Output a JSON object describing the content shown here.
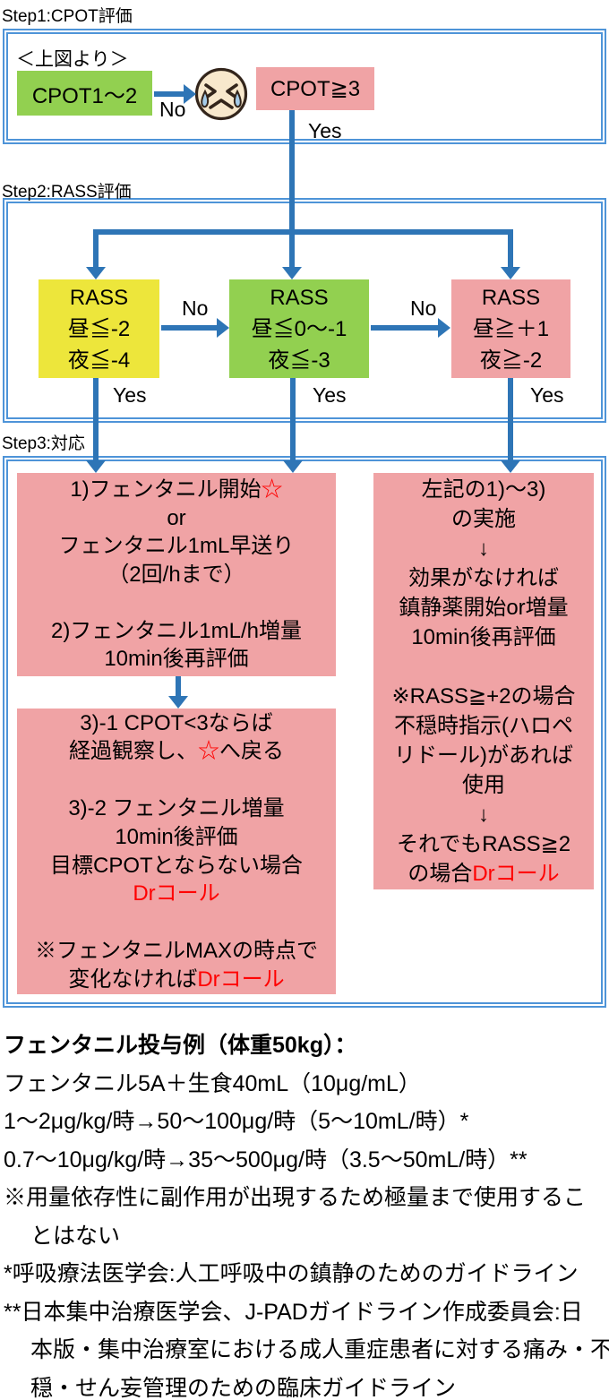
{
  "colors": {
    "panel_border": "#4E94D8",
    "connector_blue": "#2E75B6",
    "box_green": "#92D050",
    "box_yellow": "#EDE63B",
    "box_pink": "#F0A3A5",
    "alert_red": "#FF0000",
    "emoji_face": "#F8E8CC",
    "emoji_tear": "#A5CBE8"
  },
  "step1": {
    "title": "Step1:CPOT評価",
    "note": "＜上図より＞",
    "cpot_low": "CPOT1〜2",
    "cpot_high": "CPOT≧3",
    "no": "No",
    "yes": "Yes",
    "emoji": "crying-face"
  },
  "step2": {
    "title": "Step2:RASS評価",
    "no_left": "No",
    "no_right": "No",
    "yes_left": "Yes",
    "yes_mid": "Yes",
    "yes_right": "Yes",
    "box_left": {
      "l1": "RASS",
      "l2": "昼≦-2",
      "l3": "夜≦-4"
    },
    "box_mid": {
      "l1": "RASS",
      "l2": "昼≦0〜-1",
      "l3": "夜≦-3"
    },
    "box_right": {
      "l1": "RASS",
      "l2": "昼≧＋1",
      "l3": "夜≧-2"
    }
  },
  "step3": {
    "title": "Step3:対応",
    "box1": {
      "lines": [
        {
          "pre": "1)フェンタニル開始",
          "star": "☆"
        },
        "or",
        "フェンタニル1mL早送り",
        "（2回/hまで）",
        "",
        "2)フェンタニル1mL/h増量",
        "10min後再評価"
      ]
    },
    "box2": {
      "lines": [
        "3)-1 CPOT<3ならば",
        {
          "pre": "経過観察し、",
          "star": "☆",
          "post": "へ戻る"
        },
        "",
        "3)-2 フェンタニル増量",
        "10min後評価",
        "目標CPOTとならない場合",
        {
          "red": "Drコール"
        },
        "",
        "※フェンタニルMAXの時点で",
        {
          "pre": "変化なければ",
          "red": "Drコール"
        }
      ]
    },
    "box3": {
      "lines": [
        "左記の1)〜3)",
        "の実施",
        "↓",
        "効果がなければ",
        "鎮静薬開始or増量",
        "10min後再評価",
        "",
        "※RASS≧+2の場合",
        "不穏時指示(ハロペ",
        "リドール)があれば",
        "使用",
        "↓",
        "それでもRASS≧2",
        {
          "pre": "の場合",
          "red": "Drコール"
        }
      ]
    }
  },
  "footer": {
    "lines": [
      "フェンタニル投与例（体重50kg）：",
      "フェンタニル5A＋生食40mL（10μg/mL）",
      "1〜2μg/kg/時→50〜100μg/時（5〜10mL/時）*",
      "0.7〜10μg/kg/時→35〜500μg/時（3.5〜50mL/時）**",
      "※用量依存性に副作用が出現するため極量まで使用するこ",
      "とはない",
      "*呼吸療法医学会:人工呼吸中の鎮静のためのガイドライン",
      "**日本集中治療医学会、J-PADガイドライン作成委員会:日",
      "本版・集中治療室における成人重症患者に対する痛み・不",
      "穏・せん妄管理のための臨床ガイドライン"
    ]
  }
}
